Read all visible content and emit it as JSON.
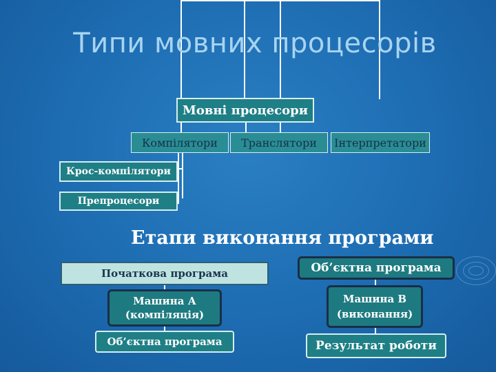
{
  "slide": {
    "title": "Типи мовних процесорів",
    "section2_heading": "Етапи виконання програми"
  },
  "processors": {
    "root": "Мовні процесори",
    "types": [
      "Компілятори",
      "Транслятори",
      "Інтерпретатори"
    ],
    "subtypes": [
      "Крос-компілятори",
      "Препроцесори"
    ]
  },
  "execution": {
    "left": {
      "source": "Початкова програма",
      "machine": "Машина А (компіляція)",
      "output": "Об’єктна програма"
    },
    "right": {
      "source": "Об’єктна програма",
      "machine": "Машина В (виконання)",
      "output": "Результат роботи"
    }
  },
  "colors": {
    "background": "#1f6fb5",
    "title": "#a8d4f0",
    "box_dark": "#1f7f86",
    "box_light": "#bfe3e0",
    "connector": "#ffffff"
  }
}
